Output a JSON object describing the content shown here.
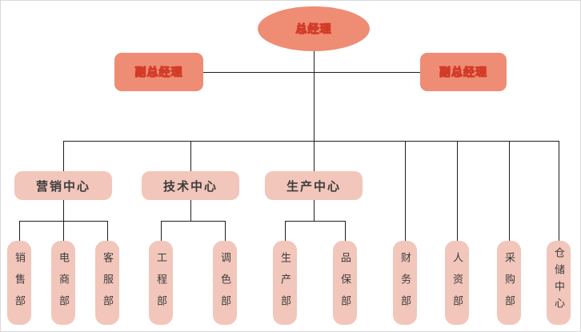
{
  "org": {
    "root": {
      "label": "总经理"
    },
    "deputies": [
      {
        "label": "副总经理"
      },
      {
        "label": "副总经理"
      }
    ],
    "centers": [
      {
        "label": "营销中心"
      },
      {
        "label": "技术中心"
      },
      {
        "label": "生产中心"
      }
    ],
    "departments": [
      {
        "label": "销售部",
        "parent": "营销中心"
      },
      {
        "label": "电商部",
        "parent": "营销中心"
      },
      {
        "label": "客服部",
        "parent": "营销中心"
      },
      {
        "label": "工程部",
        "parent": "技术中心"
      },
      {
        "label": "调色部",
        "parent": "技术中心"
      },
      {
        "label": "生产部",
        "parent": "生产中心"
      },
      {
        "label": "品保部",
        "parent": "生产中心"
      },
      {
        "label": "财务部",
        "parent": "总经理"
      },
      {
        "label": "人资部",
        "parent": "总经理"
      },
      {
        "label": "采购部",
        "parent": "总经理"
      },
      {
        "label": "仓储中心",
        "parent": "总经理"
      }
    ]
  },
  "colors": {
    "node_primary": "#ef8c74",
    "node_secondary": "#f2c6bb",
    "title_outline": "#d23b28",
    "text_dark": "#3d3d3d",
    "line": "#1f1f1f"
  }
}
